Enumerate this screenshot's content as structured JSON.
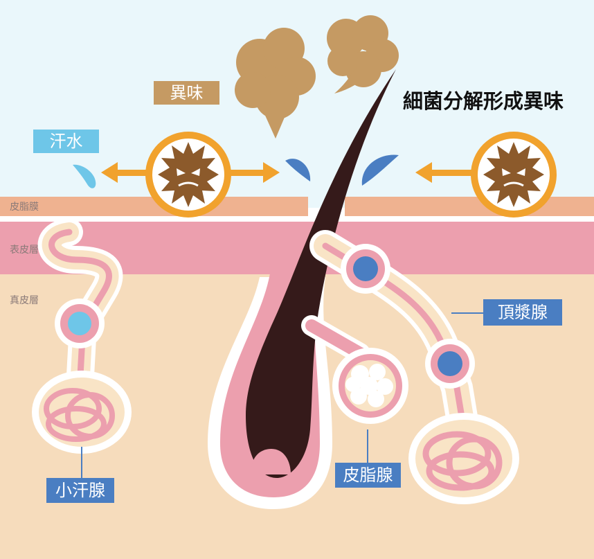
{
  "title": "細菌分解形成異味",
  "labels": {
    "odor": "異味",
    "sweat": "汗水",
    "eccrine": "小汗腺",
    "sebaceous": "皮脂腺",
    "apocrine": "頂漿腺"
  },
  "layers": {
    "sebum": "皮脂膜",
    "epidermis": "表皮層",
    "dermis": "真皮層"
  },
  "colors": {
    "sky": "#eaf7fb",
    "dermis": "#f6dcbc",
    "epidermis": "#ec9fae",
    "sebum_film": "#efb290",
    "hair": "#351a1a",
    "odor_cloud": "#c59a63",
    "bacteria": "#8c5a2b",
    "ring": "#f1a22d",
    "arrow": "#f1a22d",
    "sweat_light": "#6ec6e8",
    "sweat_dark": "#4a7ec2",
    "tag_blue": "#4a7ec2",
    "tag_light": "#6ec6e8",
    "tag_brown": "#c59a63"
  }
}
